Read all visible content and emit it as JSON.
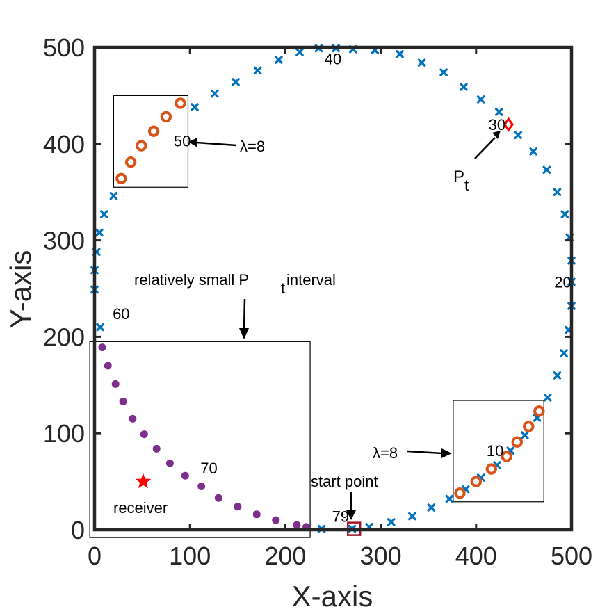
{
  "chart_data": {
    "type": "scatter",
    "xlabel": "X-axis",
    "ylabel": "Y-axis",
    "xlim": [
      0,
      500
    ],
    "ylim": [
      0,
      500
    ],
    "xticks": [
      "0",
      "100",
      "200",
      "300",
      "400",
      "500"
    ],
    "yticks": [
      "0",
      "100",
      "200",
      "300",
      "400",
      "500"
    ],
    "grid": false,
    "colors": {
      "blue": "#0072BD",
      "purple": "#7E2F8E",
      "orange": "#D95319",
      "red": "#FF0000",
      "start": "#A2142F",
      "axes": "#262626"
    },
    "series": [
      {
        "marker": "x",
        "color": "#0072BD",
        "points": [
          [
            288,
            3
          ],
          [
            311,
            8
          ],
          [
            333,
            14
          ],
          [
            353,
            23
          ],
          [
            372,
            32
          ],
          [
            389,
            42
          ],
          [
            405,
            54
          ],
          [
            422,
            67
          ],
          [
            436,
            82
          ],
          [
            451,
            98
          ],
          [
            464,
            116
          ],
          [
            475,
            137
          ],
          [
            485,
            160
          ],
          [
            492,
            183
          ],
          [
            497,
            207
          ],
          [
            500,
            232
          ],
          [
            500,
            257
          ],
          [
            500,
            279
          ],
          [
            498,
            303
          ],
          [
            493,
            327
          ],
          [
            485,
            350
          ],
          [
            474,
            373
          ],
          [
            460,
            392
          ],
          [
            444,
            409
          ],
          [
            424,
            433
          ],
          [
            405,
            446
          ],
          [
            387,
            459
          ],
          [
            366,
            474
          ],
          [
            343,
            484
          ],
          [
            320,
            493
          ],
          [
            294,
            497
          ],
          [
            271,
            498
          ],
          [
            253,
            499
          ],
          [
            235,
            499
          ],
          [
            215,
            495
          ],
          [
            193,
            487
          ],
          [
            171,
            476
          ],
          [
            148,
            464
          ],
          [
            126,
            452
          ],
          [
            105,
            438
          ],
          [
            0,
            249
          ],
          [
            0,
            269
          ],
          [
            2,
            288
          ],
          [
            5,
            308
          ],
          [
            10,
            327
          ],
          [
            20,
            346
          ],
          [
            6,
            210
          ],
          [
            238,
            1
          ],
          [
            270,
            1
          ]
        ]
      },
      {
        "marker": "o",
        "color": "#D95319",
        "points": [
          [
            28,
            364
          ],
          [
            38,
            381
          ],
          [
            49,
            398
          ],
          [
            62,
            413
          ],
          [
            75,
            428
          ],
          [
            90,
            442
          ],
          [
            383,
            38
          ],
          [
            400,
            50
          ],
          [
            416,
            63
          ],
          [
            432,
            76
          ],
          [
            443,
            91
          ],
          [
            455,
            107
          ],
          [
            466,
            123
          ]
        ]
      },
      {
        "marker": "filled-circle",
        "color": "#7E2F8E",
        "points": [
          [
            8,
            189
          ],
          [
            14,
            170
          ],
          [
            22,
            151
          ],
          [
            30,
            133
          ],
          [
            40,
            115
          ],
          [
            52,
            99
          ],
          [
            65,
            84
          ],
          [
            79,
            69
          ],
          [
            95,
            56
          ],
          [
            112,
            45
          ],
          [
            130,
            33
          ],
          [
            150,
            24
          ],
          [
            170,
            16
          ],
          [
            190,
            10
          ],
          [
            212,
            5
          ],
          [
            222,
            3
          ]
        ]
      }
    ],
    "receiver": {
      "x": 51,
      "y": 50,
      "label": "receiver",
      "marker": "star"
    },
    "start_point": {
      "x": 272,
      "y": 1,
      "label": "start point"
    },
    "pt_point": {
      "x": 434,
      "y": 420,
      "label": "P",
      "subscript": "t"
    },
    "point_index_labels": [
      {
        "text": "40",
        "x": 241,
        "y": 488
      },
      {
        "text": "30",
        "x": 413,
        "y": 420
      },
      {
        "text": "20",
        "x": 482,
        "y": 257
      },
      {
        "text": "60",
        "x": 19,
        "y": 224
      },
      {
        "text": "70",
        "x": 111,
        "y": 64
      },
      {
        "text": "79",
        "x": 249,
        "y": 14
      },
      {
        "text": "50",
        "x": 83,
        "y": 403
      },
      {
        "text": "10",
        "x": 411,
        "y": 82
      }
    ],
    "annotations": {
      "lambda_top": "λ=8",
      "lambda_bottom": "λ=8",
      "interval_text_main": "relatively small P",
      "interval_text_sub": "t",
      "interval_text_tail": " interval"
    },
    "boxes": [
      {
        "name": "lambda-box-top",
        "x0": 20,
        "y0": 355,
        "x1": 98,
        "y1": 450
      },
      {
        "name": "lambda-box-bottom",
        "x0": 376,
        "y0": 29,
        "x1": 471,
        "y1": 134
      },
      {
        "name": "interval-box",
        "x0": -5,
        "y0": -8,
        "x1": 226,
        "y1": 195
      }
    ]
  }
}
